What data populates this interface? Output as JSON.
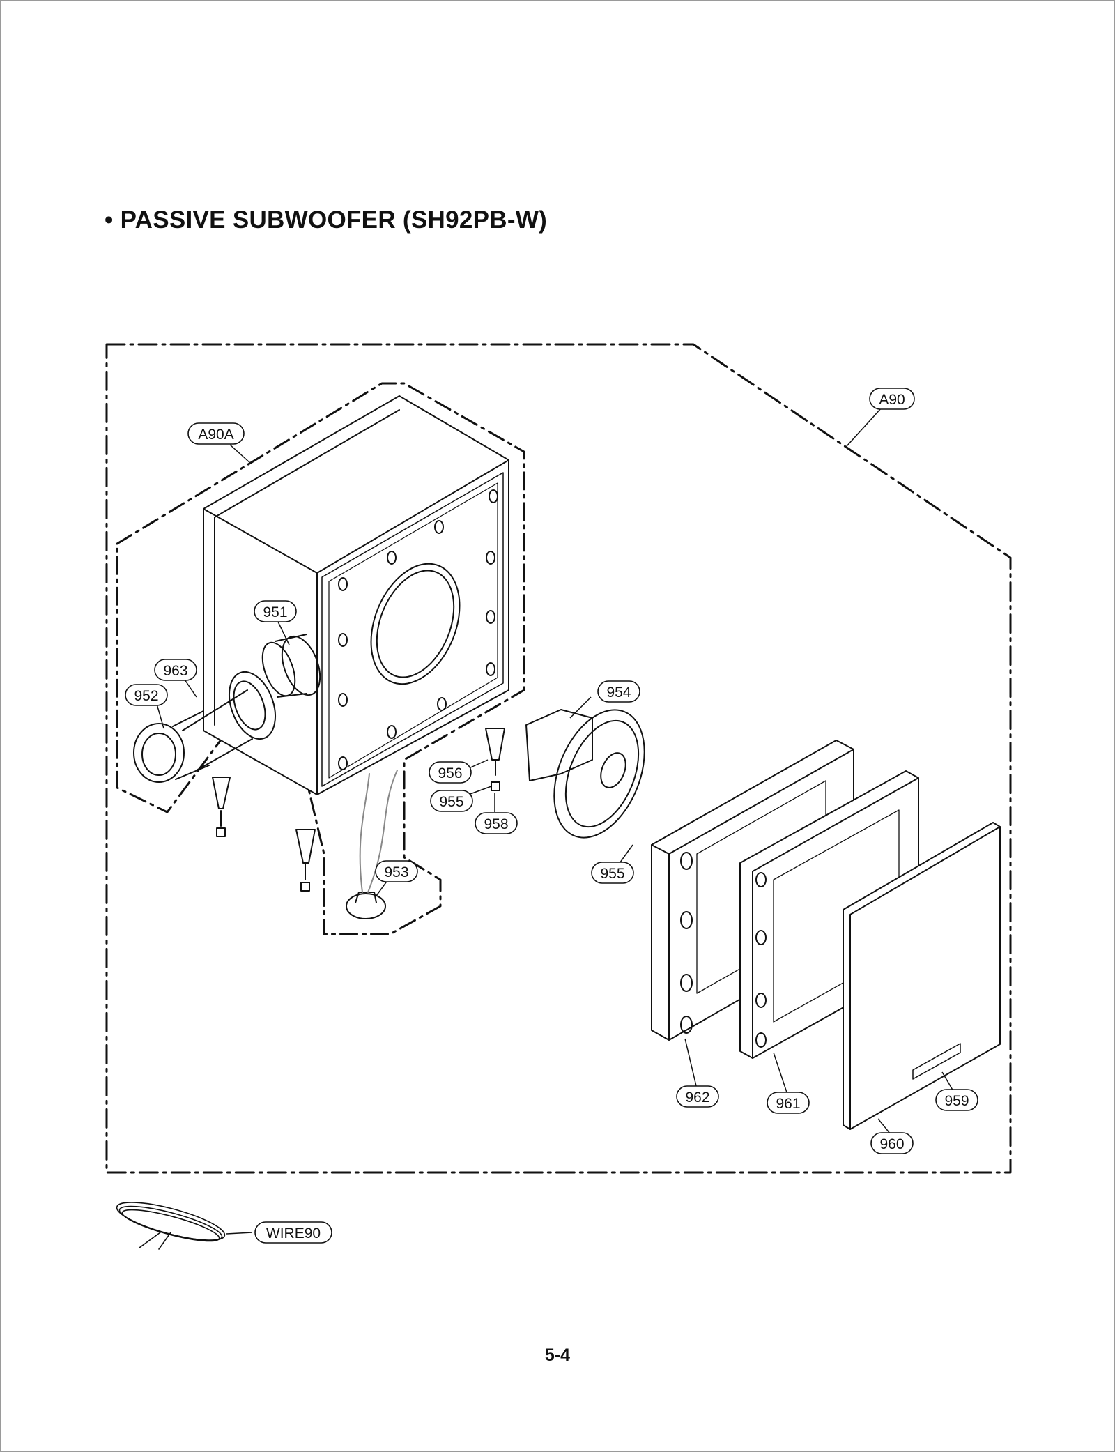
{
  "page": {
    "title": "• PASSIVE SUBWOOFER (SH92PB-W)",
    "page_number": "5-4"
  },
  "callouts": [
    {
      "id": "a90",
      "label": "A90"
    },
    {
      "id": "a90a",
      "label": "A90A"
    },
    {
      "id": "951",
      "label": "951"
    },
    {
      "id": "963",
      "label": "963"
    },
    {
      "id": "952",
      "label": "952"
    },
    {
      "id": "954",
      "label": "954"
    },
    {
      "id": "956",
      "label": "956"
    },
    {
      "id": "955a",
      "label": "955"
    },
    {
      "id": "958",
      "label": "958"
    },
    {
      "id": "953",
      "label": "953"
    },
    {
      "id": "955b",
      "label": "955"
    },
    {
      "id": "962",
      "label": "962"
    },
    {
      "id": "961",
      "label": "961"
    },
    {
      "id": "959",
      "label": "959"
    },
    {
      "id": "960",
      "label": "960"
    },
    {
      "id": "wire90",
      "label": "WIRE90"
    }
  ]
}
